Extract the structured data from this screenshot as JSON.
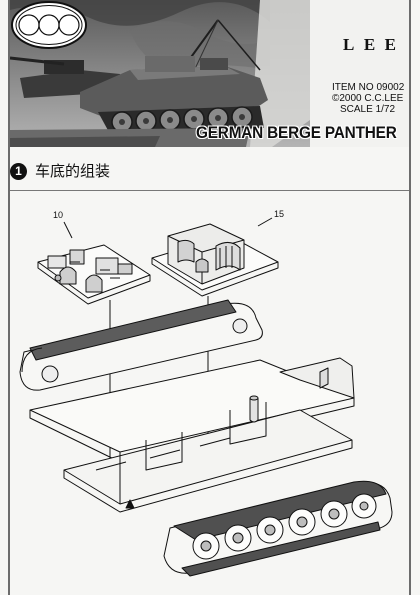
{
  "header": {
    "brand": "LEE",
    "item_no": "ITEM NO 09002",
    "copyright": "©2000 C.C.LEE",
    "scale": "SCALE  1/72",
    "model_name": "GERMAN BERGE PANTHER"
  },
  "step": {
    "number": "1",
    "title": "车底的组装"
  },
  "parts": [
    {
      "number": "10"
    },
    {
      "number": "15"
    }
  ]
}
